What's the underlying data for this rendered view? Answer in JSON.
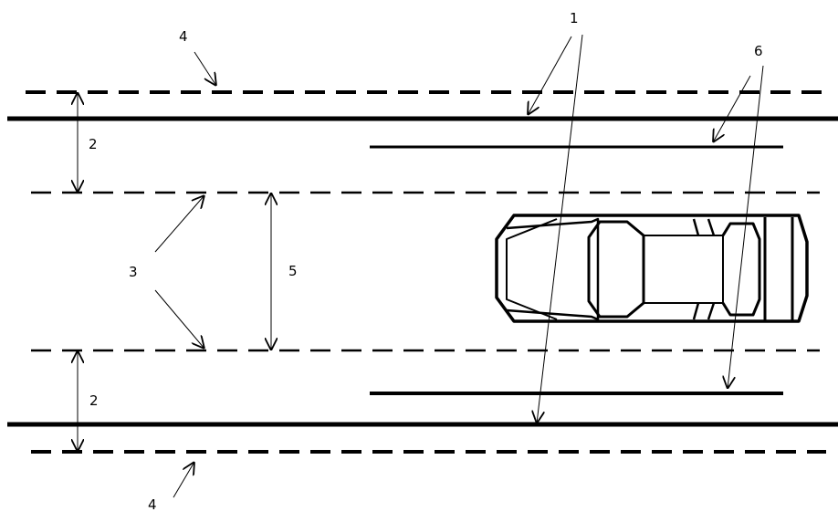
{
  "labels": {
    "l1": "1",
    "l2_top": "2",
    "l2_bottom": "2",
    "l3": "3",
    "l4_top": "4",
    "l4_bottom": "4",
    "l5": "5",
    "l6": "6"
  },
  "colors": {
    "stroke": "#000000",
    "background": "#ffffff"
  }
}
